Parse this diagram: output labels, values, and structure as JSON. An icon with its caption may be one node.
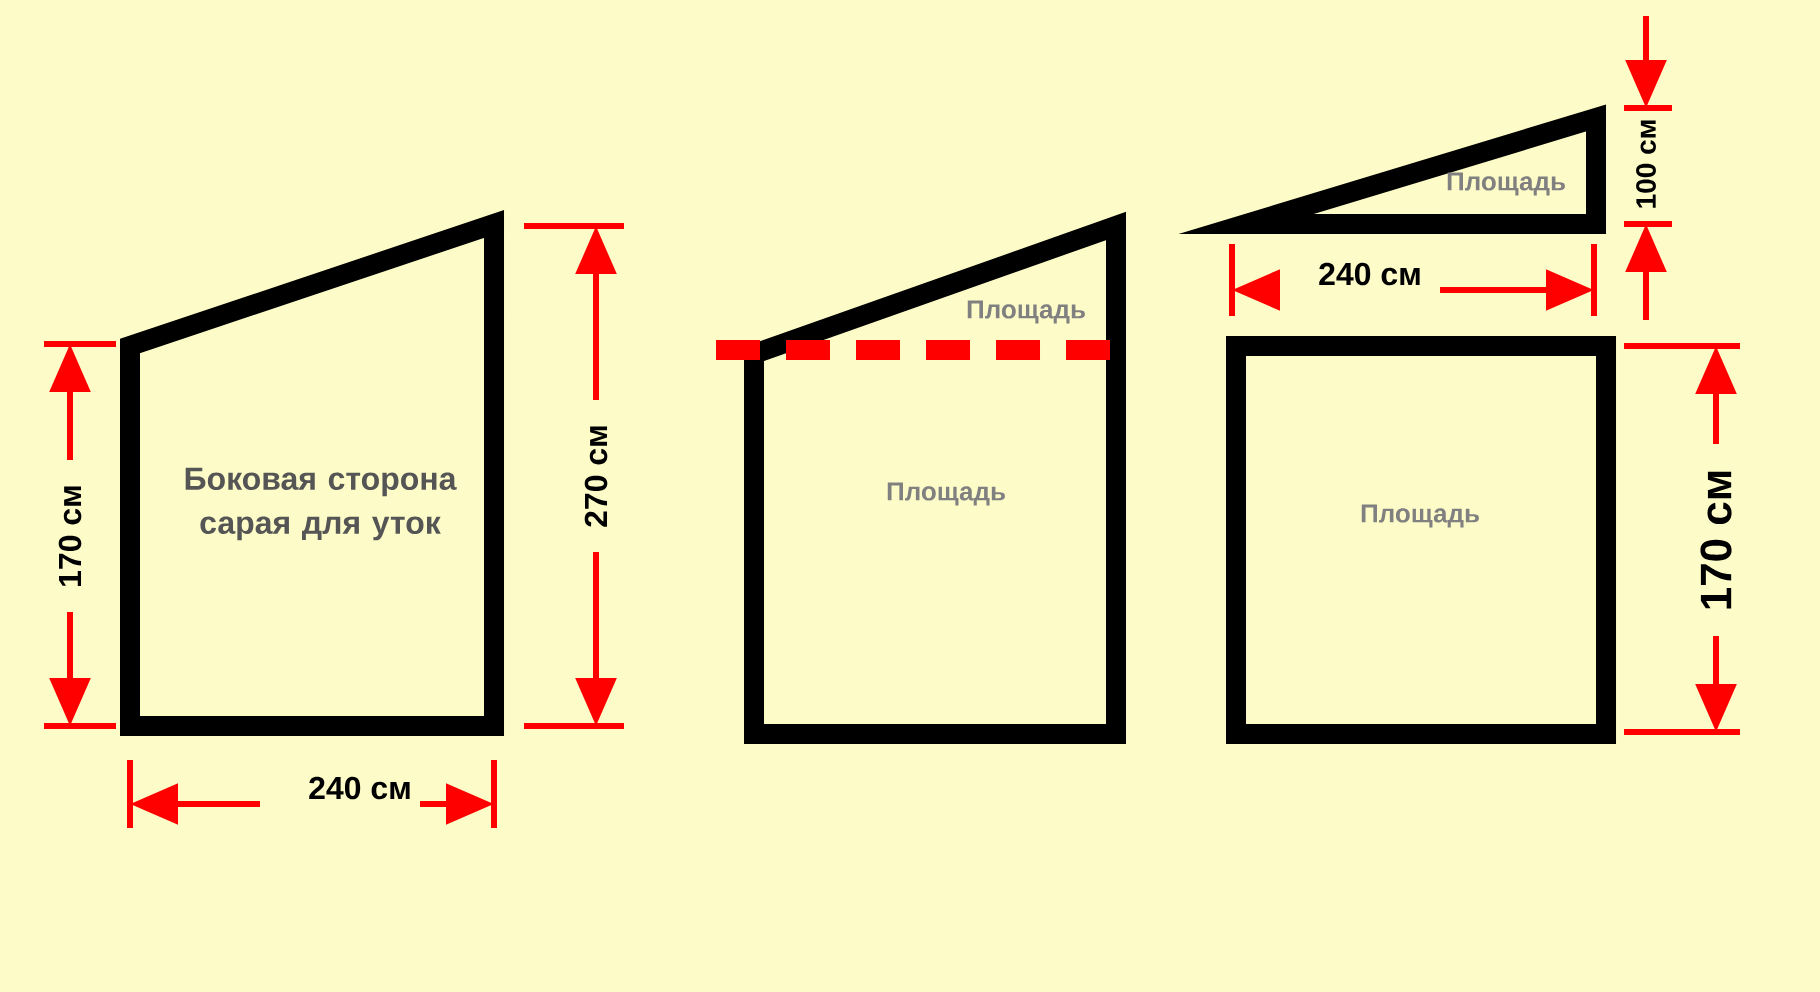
{
  "diagram": {
    "nodes": [
      {
        "text": [
          "Боковая сторона сарая для уток"
        ]
      },
      {
        "text": [
          "Площадь",
          "Площадь"
        ]
      },
      {
        "text": [
          "Площадь"
        ]
      },
      {
        "text": [
          "Площадь"
        ]
      }
    ],
    "labels": [
      "170 см",
      "270 см",
      "240 см",
      "240 см",
      "100 см",
      "170 см"
    ]
  }
}
